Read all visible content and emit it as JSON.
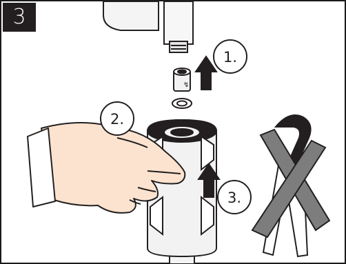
{
  "step": {
    "number": "3"
  },
  "callouts": [
    {
      "label": "1."
    },
    {
      "label": "2."
    },
    {
      "label": "3."
    }
  ],
  "colors": {
    "ink": "#231f20",
    "skin": "#fbe3cf",
    "skin_shadow": "#f3cdb0",
    "metal": "#f2f2f2",
    "grey_band": "#a7a9ac",
    "forbidden_x": "#7d7d7d",
    "background": "#ffffff"
  },
  "icons": {
    "arrow_up": "arrow-up-icon",
    "forbidden": "forbidden-cross-icon",
    "pliers": "pliers-icon"
  }
}
